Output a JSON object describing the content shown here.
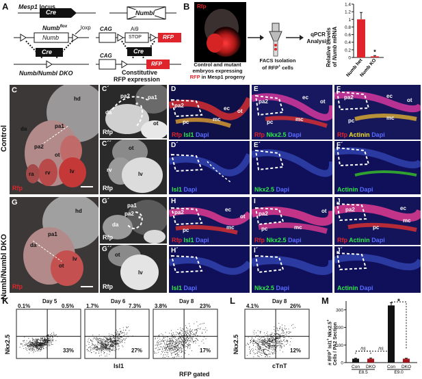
{
  "panelA": {
    "label": "A",
    "mesp1_locus": "Mesp1",
    "mesp1_locus_suffix": " locus",
    "cre": "Cre",
    "numbl": "Numbl",
    "numb_flox": "Numb",
    "numb_flox_sup": "flox",
    "numb": "Numb",
    "loxp": "loxp",
    "cag": "CAG",
    "ai9": "Ai9",
    "stop": "STOP",
    "rfp": "RFP",
    "dko": "Numb/Numbl DKO",
    "constitutive": "Constitutive",
    "rfp_expression": "RFP expression"
  },
  "panelB": {
    "label": "B",
    "rfp": "Rfp",
    "caption1": "Control and mutant",
    "caption2": "embryos expressing",
    "caption3_red": "RFP",
    "caption3_rest": " in Mesp1 progeny",
    "facs1": "FACS Isolation",
    "facs2": "of RFP",
    "facs2_sup": "+",
    "facs2_rest": " cells",
    "qpcr1": "qPCR",
    "qpcr2": "Analysis",
    "ylabel1": "Relative  Levels",
    "ylabel2": "of ",
    "ylabel2_it": "Numb",
    "ylabel2_rest": " mRNA",
    "star": "*"
  },
  "chart_data": [
    {
      "type": "bar",
      "categories": [
        "Numb het",
        "Numb KO"
      ],
      "values": [
        1.0,
        0.03
      ],
      "errors": [
        0.18,
        0.02
      ],
      "ylim": [
        0,
        1.4
      ],
      "yticks": [
        "0",
        "0.2",
        "0.4",
        "0.6",
        "0.8",
        "1",
        "1.2",
        "1.4"
      ],
      "bar_color": "#e0242b"
    },
    {
      "type": "bar",
      "categories": [
        "Con",
        "DKO",
        "Con",
        "DKO"
      ],
      "groups": [
        "E8.5",
        "E9.0"
      ],
      "values": [
        22,
        22,
        325,
        22
      ],
      "errors": [
        3,
        4,
        15,
        3
      ],
      "colors": [
        "#111111",
        "#a3141c",
        "#111111",
        "#a3141c"
      ],
      "ylim": [
        0,
        350
      ],
      "yticks": [
        "0",
        "100",
        "200",
        "300"
      ],
      "ylabel1": "# RFP",
      "ylabel1_sup": "+",
      "ylabel1_rest": " Isl1",
      "ylabel1_sup2": "+",
      "ylabel1_rest2": " Nkx2.5",
      "ylabel1_sup3": "+",
      "ylabel2": "Cells / PA2 Section",
      "ns1": "ns",
      "ns2": "ns",
      "star": "*"
    }
  ],
  "rows": {
    "control": "Control",
    "dko": "Numb/Numbl DKO"
  },
  "panelC": {
    "label": "C",
    "hd": "hd",
    "da": "da",
    "pa1": "pa1",
    "pa2": "pa2",
    "ot": "ot",
    "ra": "ra",
    "rv": "rv",
    "lv": "lv",
    "rfp": "Rfp"
  },
  "panelC1": {
    "label": "C´",
    "pa2": "pa2",
    "pa1": "pa1",
    "da": "da",
    "ot": "ot",
    "rfp": "Rfp",
    "star": "*"
  },
  "panelC2": {
    "label": "C´´",
    "ot": "ot",
    "rv": "rv",
    "lv": "lv",
    "rfp": "Rfp"
  },
  "panelD": {
    "label": "D",
    "pa2": "pa2",
    "ec": "ec",
    "ot": "ot",
    "pc": "pc",
    "mc": "mc",
    "rfp": "Rfp",
    "isl1": "Isl1",
    "dapi": "Dapi"
  },
  "panelE": {
    "label": "E",
    "pa2": "pa2",
    "ec": "ec",
    "ot": "ot",
    "pc": "pc",
    "mc": "mc",
    "rfp": "Rfp",
    "nkx": "Nkx2.5",
    "dapi": "Dapi"
  },
  "panelF": {
    "label": "F",
    "pa2": "pa2",
    "ec": "ec",
    "ot": "ot",
    "pc": "pc",
    "mc": "mc",
    "rfp": "Rfp",
    "actinin": "Actinin",
    "dapi": "Dapi"
  },
  "panelD1": {
    "label": "D´",
    "isl1": "Isl1",
    "dapi": "Dapi"
  },
  "panelE1": {
    "label": "E´",
    "nkx": "Nkx2.5",
    "dapi": "Dapi"
  },
  "panelF1": {
    "label": "F´",
    "actinin": "Actinin",
    "dapi": "Dapi"
  },
  "panelG": {
    "label": "G",
    "hd": "hd",
    "pa1": "pa1",
    "da": "da",
    "ot": "ot",
    "lv": "lv",
    "rfp": "Rfp"
  },
  "panelG1": {
    "label": "G´",
    "pa1": "pa1",
    "pa2": "pa2",
    "da": "da",
    "rfp": "Rfp",
    "star": "*"
  },
  "panelG2": {
    "label": "G´´",
    "ot": "ot",
    "lv": "lv",
    "rfp": "Rfp"
  },
  "panelH": {
    "label": "H",
    "pa2": "pa2",
    "ec": "ec",
    "ot": "ot",
    "pc": "pc",
    "mc": "mc",
    "rfp": "Rfp",
    "isl1": "Isl1",
    "dapi": "Dapi"
  },
  "panelI": {
    "label": "I",
    "pa2": "pa2",
    "ot": "ot",
    "pc": "pc",
    "mc": "mc",
    "rfp": "Rfp",
    "nkx": "Nkx2.5",
    "dapi": "Dapi"
  },
  "panelJ": {
    "label": "J",
    "pa2": "pa2",
    "ec": "ec",
    "mc": "mc",
    "pc": "pc",
    "rfp": "Rfp",
    "actinin": "Actinin",
    "dapi": "Dapi"
  },
  "panelH1": {
    "label": "H´",
    "isl1": "Isl1",
    "dapi": "Dapi"
  },
  "panelI1": {
    "label": "I´",
    "nkx": "Nkx2.5",
    "dapi": "Dapi"
  },
  "panelJ1": {
    "label": "J´",
    "actinin": "Actinin",
    "dapi": "Dapi"
  },
  "panelK": {
    "label": "K",
    "ylabel": "Nkx2.5",
    "xlabel": "Isl1",
    "gated": "RFP gated",
    "plots": [
      {
        "day": "Day 5",
        "ul": "0.1%",
        "ur": "0.5%",
        "lr": "33%"
      },
      {
        "day": "Day 6",
        "ul": "1.7%",
        "ur": "7.3%",
        "lr": "27%"
      },
      {
        "day": "Day 8",
        "ul": "3.8%",
        "ur": "23%",
        "lr": "17%"
      }
    ]
  },
  "panelL": {
    "label": "L",
    "ylabel": "Nkx2.5",
    "xlabel": "cTnT",
    "day": "Day 8",
    "ul": "4.1%",
    "ur": "26%",
    "lr": "12%"
  },
  "panelM": {
    "label": "M"
  }
}
